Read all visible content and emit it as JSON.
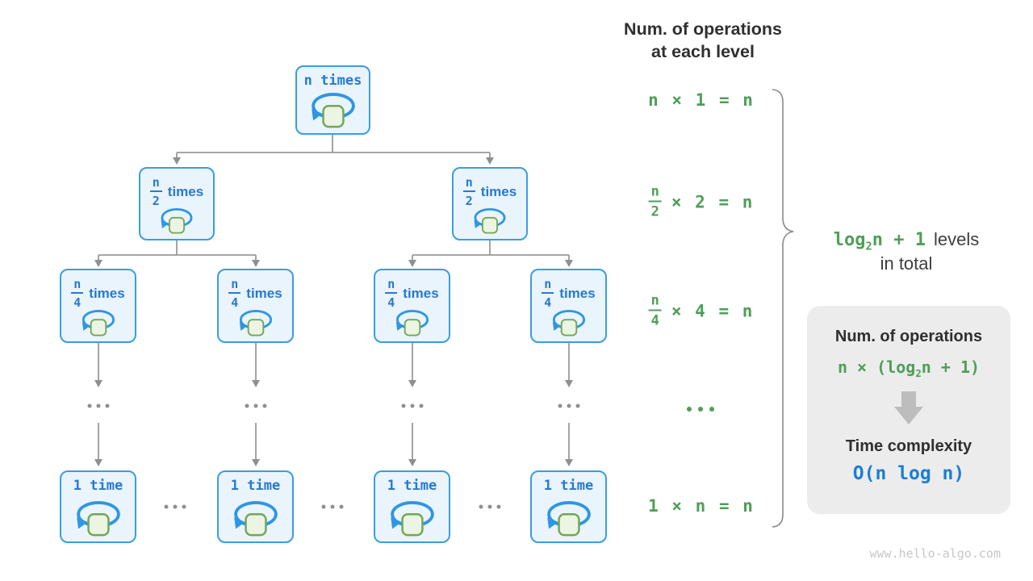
{
  "colors": {
    "node_border": "#3b9de2",
    "node_fill": "#e9f4fc",
    "node_text": "#2979cf",
    "loop_blue": "#2e96e3",
    "square_fill": "#ecf4e3",
    "square_border": "#71a757",
    "green_text": "#4f9e58",
    "blue_formula": "#1a7ed6",
    "connector_gray": "#9a9a9a",
    "panel_bg": "#ececec",
    "dark_text": "#2f2f2f"
  },
  "header": {
    "line1": "Num. of operations",
    "line2": "at each level"
  },
  "tree": {
    "root_label": "n times",
    "level2": {
      "num": "n",
      "den": "2",
      "suffix": "times"
    },
    "level3": {
      "num": "n",
      "den": "4",
      "suffix": "times"
    },
    "leaf_label": "1 time",
    "ellipsis": "..."
  },
  "equations": {
    "row1": "n × 1 = n",
    "row2": {
      "num": "n",
      "den": "2",
      "rest": "× 2 = n"
    },
    "row3": {
      "num": "n",
      "den": "4",
      "rest": "× 4 = n"
    },
    "ellipsis": "...",
    "row5": "1 × n = n"
  },
  "brace_label": {
    "log": "log",
    "sub": "2",
    "tail": "n + 1",
    "levels": "levels",
    "line2": "in total"
  },
  "panel": {
    "title_operations": "Num. of operations",
    "formula_pre": "n × (",
    "formula_log": "log",
    "formula_sub": "2",
    "formula_tail": "n + 1)",
    "title_complexity": "Time complexity",
    "complexity_big_o": "O(n log n)"
  },
  "footer": {
    "watermark": "www.hello-algo.com"
  },
  "icons": {
    "loop": "loop-arrow-icon",
    "ellipsis": "ellipsis-icon",
    "flow_arrow": "thick-down-arrow-icon",
    "brace": "curly-brace"
  }
}
